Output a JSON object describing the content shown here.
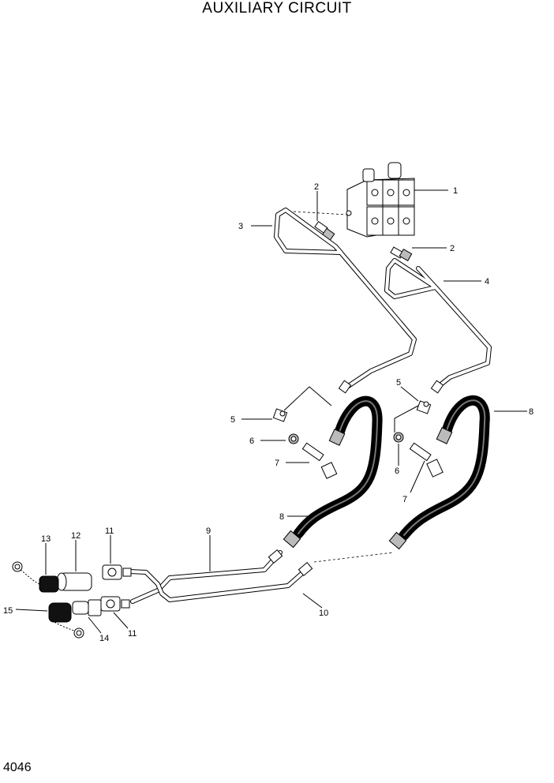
{
  "title": "AUXILIARY CIRCUIT",
  "page_number": "4046",
  "callouts": [
    {
      "id": "c1",
      "label": "1"
    },
    {
      "id": "c2a",
      "label": "2"
    },
    {
      "id": "c2b",
      "label": "2"
    },
    {
      "id": "c3",
      "label": "3"
    },
    {
      "id": "c4",
      "label": "4"
    },
    {
      "id": "c5a",
      "label": "5"
    },
    {
      "id": "c5b",
      "label": "5"
    },
    {
      "id": "c6a",
      "label": "6"
    },
    {
      "id": "c6b",
      "label": "6"
    },
    {
      "id": "c7a",
      "label": "7"
    },
    {
      "id": "c7b",
      "label": "7"
    },
    {
      "id": "c8a",
      "label": "8"
    },
    {
      "id": "c8b",
      "label": "8"
    },
    {
      "id": "c9",
      "label": "9"
    },
    {
      "id": "c10",
      "label": "10"
    },
    {
      "id": "c11a",
      "label": "11"
    },
    {
      "id": "c11b",
      "label": "11"
    },
    {
      "id": "c12",
      "label": "12"
    },
    {
      "id": "c13",
      "label": "13"
    },
    {
      "id": "c14",
      "label": "14"
    },
    {
      "id": "c15",
      "label": "15"
    }
  ]
}
